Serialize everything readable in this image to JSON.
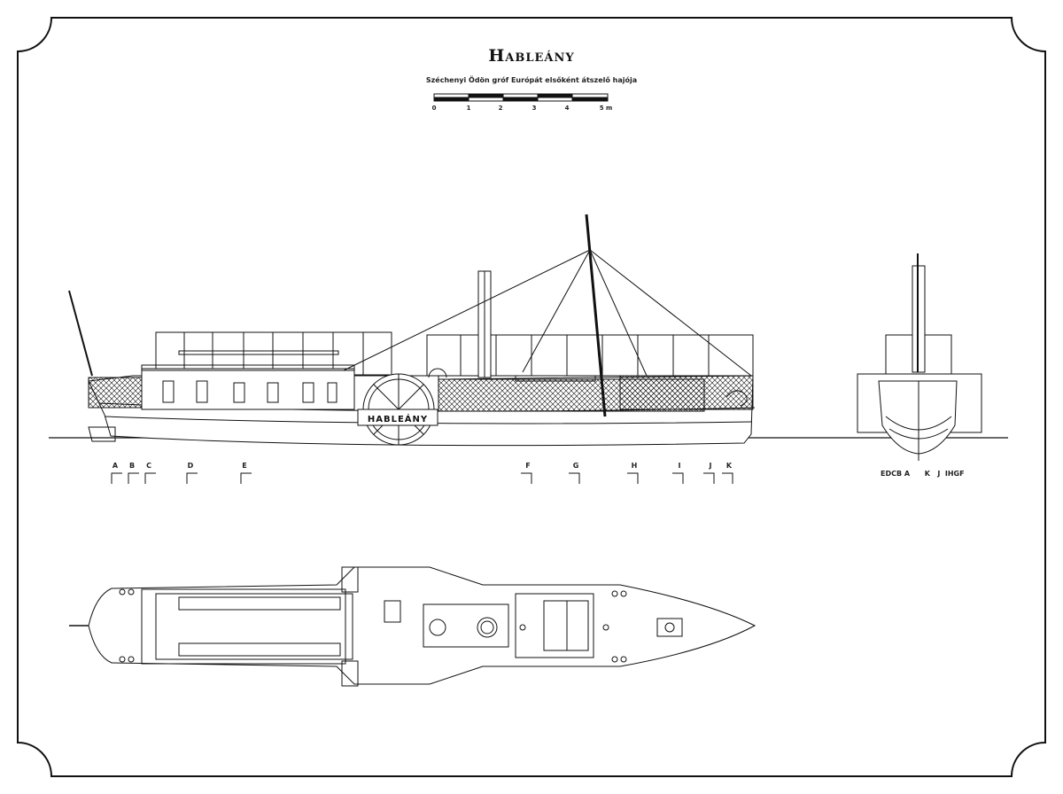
{
  "drawing": {
    "title": "Hableány",
    "subtitle": "Széchenyi Ödön gróf Európát elsőként átszelő hajója",
    "hull_lettering": "HABLEÁNY",
    "scale_bar": {
      "labels": [
        "0",
        "1",
        "2",
        "3",
        "4",
        "5 m"
      ]
    },
    "section_markers": [
      "A",
      "B",
      "C",
      "D",
      "E",
      "F",
      "G",
      "H",
      "I",
      "J",
      "K"
    ],
    "end_view_labels": "EDCB A      K   J  IHGF",
    "views": [
      "side-elevation",
      "end-view",
      "plan-view"
    ]
  }
}
